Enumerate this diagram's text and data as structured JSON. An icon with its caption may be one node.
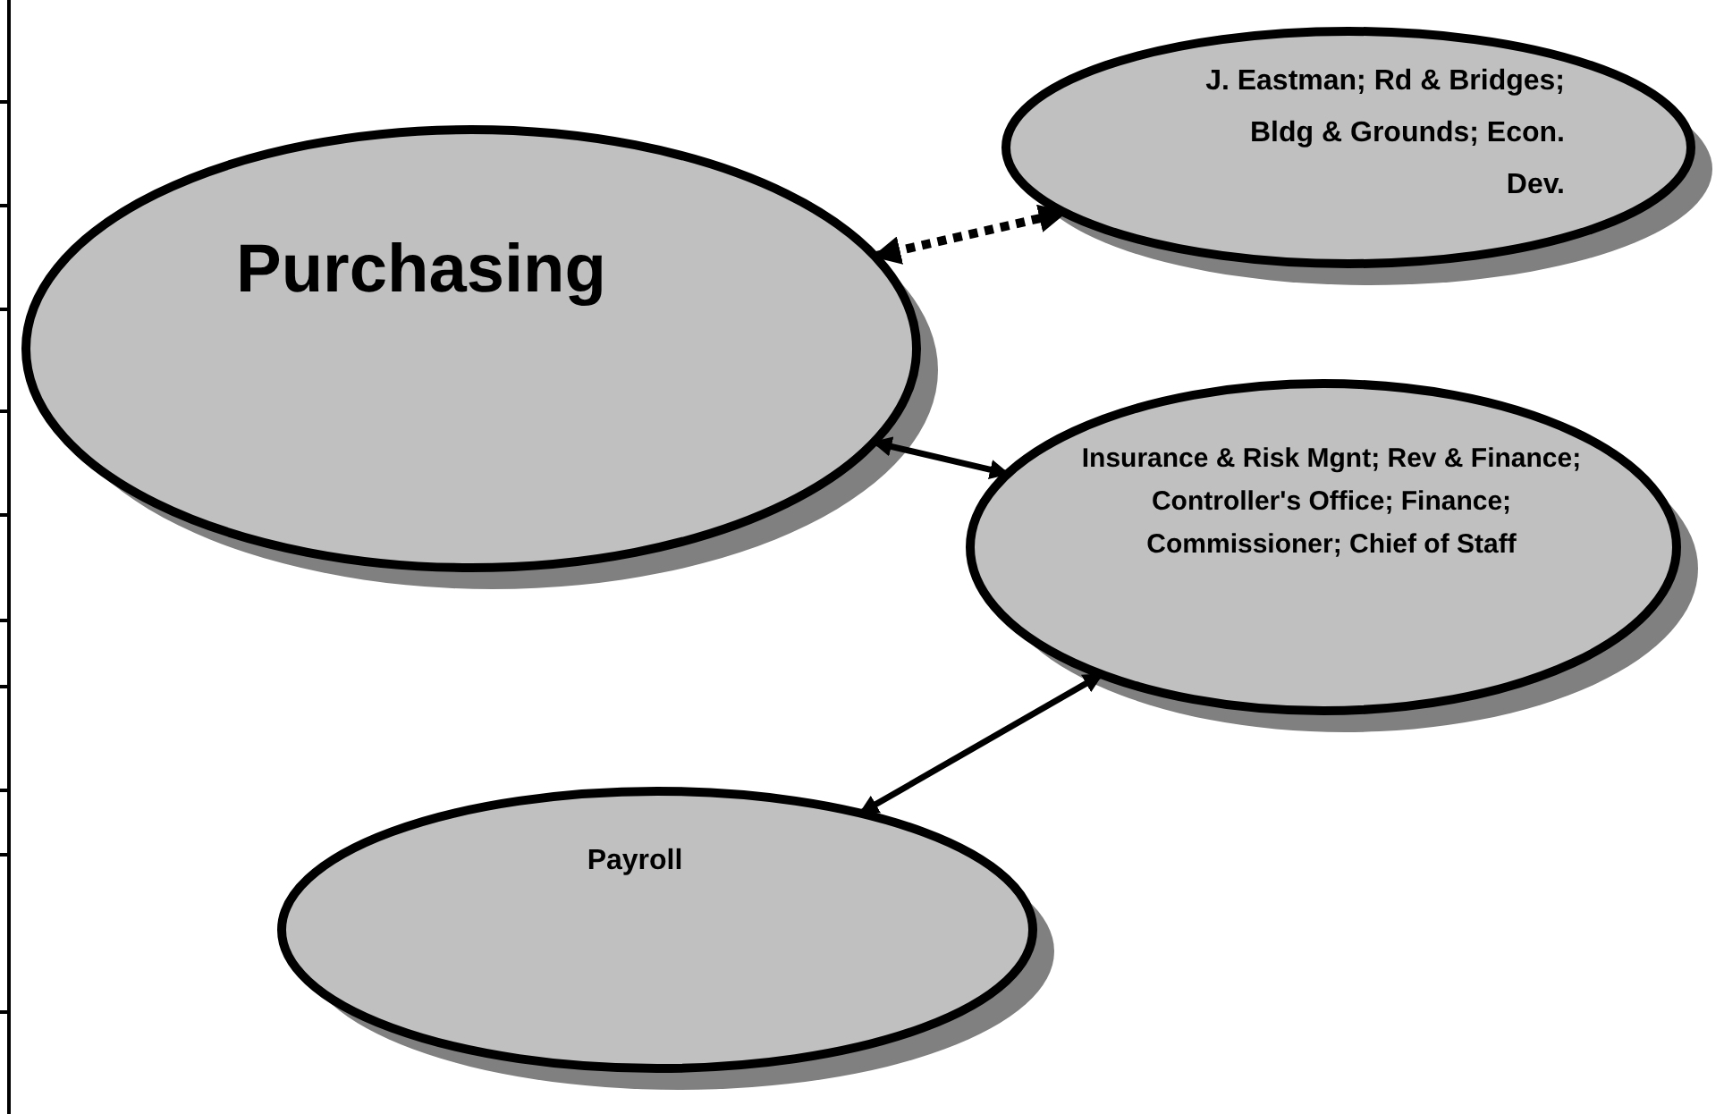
{
  "diagram": {
    "nodes": [
      {
        "text": [
          "Purchasing"
        ]
      },
      {
        "text": [
          "J. Eastman; Rd & Bridges; Bldg & Grounds; Econ. Dev."
        ]
      },
      {
        "text": [
          "Insurance & Risk Mgnt; Rev & Finance; Controller's Office; Finance; Commissioner; Chief of Staff"
        ]
      },
      {
        "text": [
          "Payroll"
        ]
      }
    ],
    "edges": [
      {
        "from": 0,
        "to": 1,
        "arrow": "both",
        "style": "dashed"
      },
      {
        "from": 0,
        "to": 2,
        "arrow": "both"
      },
      {
        "from": 3,
        "to": 2,
        "arrow": "both"
      }
    ]
  }
}
